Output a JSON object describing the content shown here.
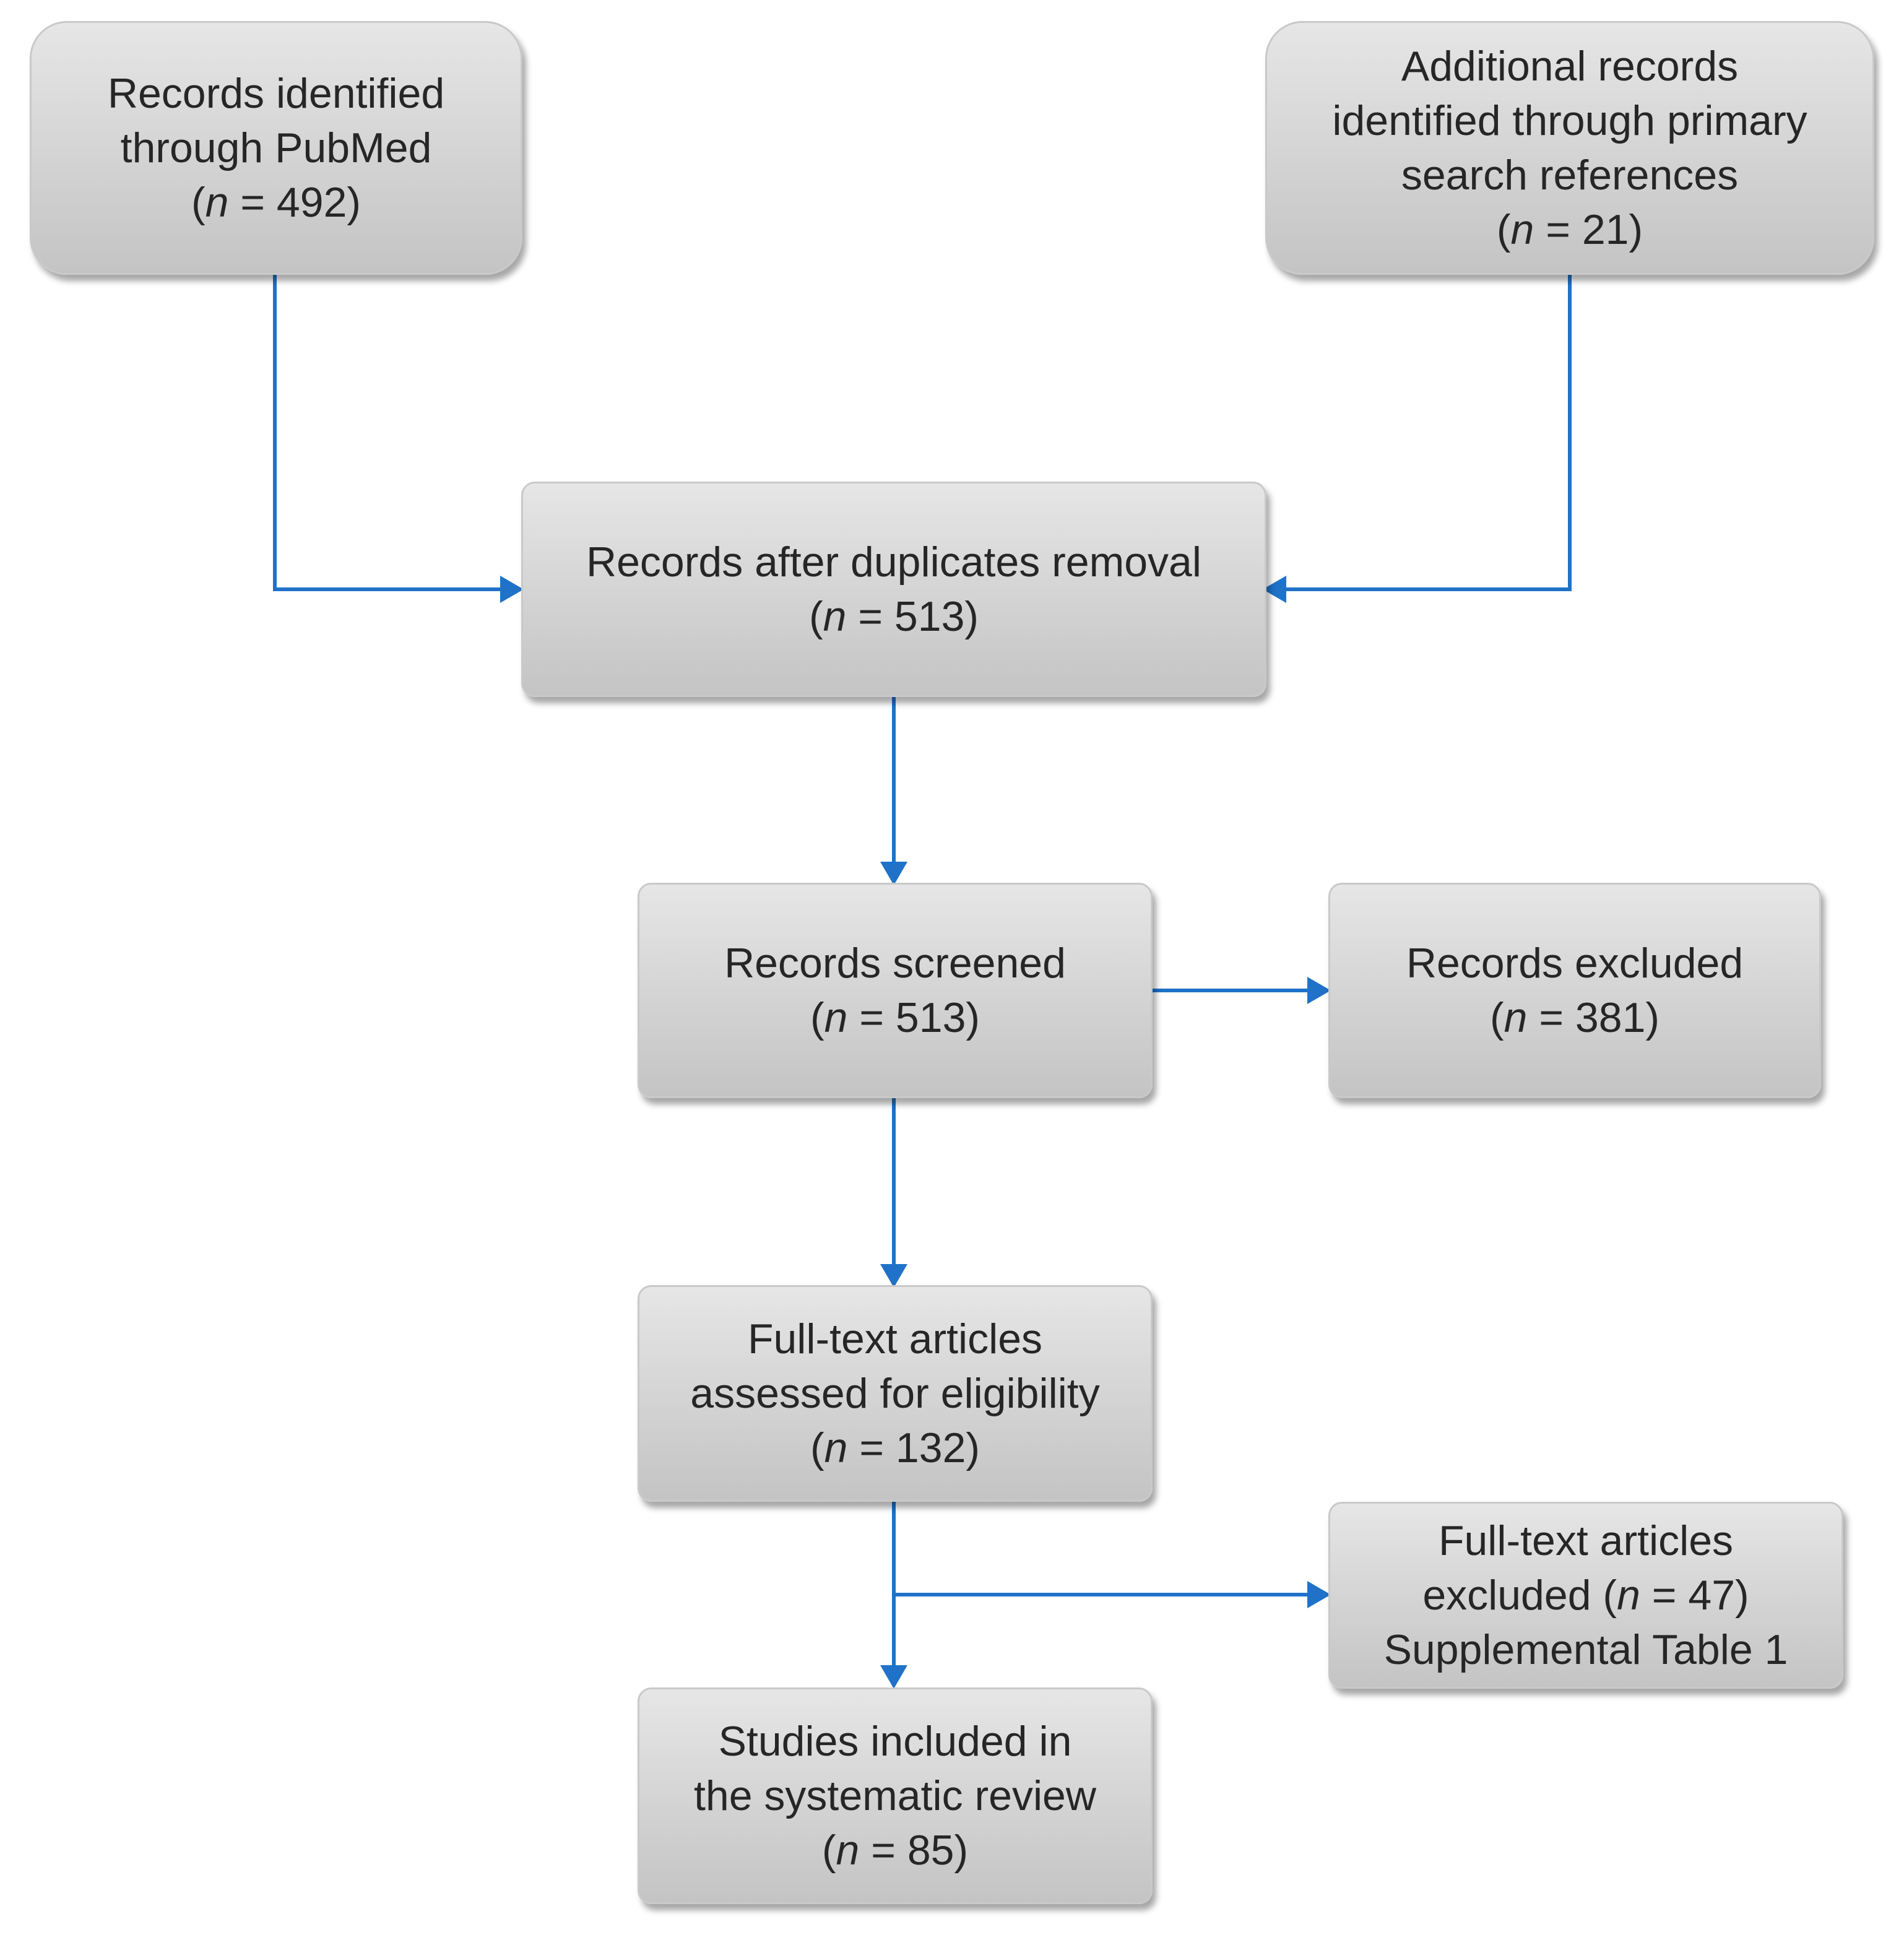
{
  "boxes": {
    "pubmed": {
      "line1": "Records identified",
      "line2": "through PubMed",
      "count": "(n = 492)"
    },
    "additional": {
      "line1": "Additional records",
      "line2": "identified through primary",
      "line3": "search references",
      "count": "(n = 21)"
    },
    "after_duplicates": {
      "line1": "Records after duplicates removal",
      "count": "(n = 513)"
    },
    "screened": {
      "line1": "Records screened",
      "count": "(n = 513)"
    },
    "excluded": {
      "line1": "Records excluded",
      "count": "(n = 381)"
    },
    "fulltext_assessed": {
      "line1": "Full-text articles",
      "line2": "assessed for eligibility",
      "count": "(n = 132)"
    },
    "fulltext_excluded": {
      "line1": "Full-text articles",
      "line2": "excluded (n = 47)",
      "line3": "Supplemental Table 1"
    },
    "included": {
      "line1": "Studies included in",
      "line2": "the systematic review",
      "count": "(n = 85)"
    }
  },
  "colors": {
    "arrow": "#1f72c8",
    "box_fill": "#d3d3d3",
    "text": "#262626"
  }
}
